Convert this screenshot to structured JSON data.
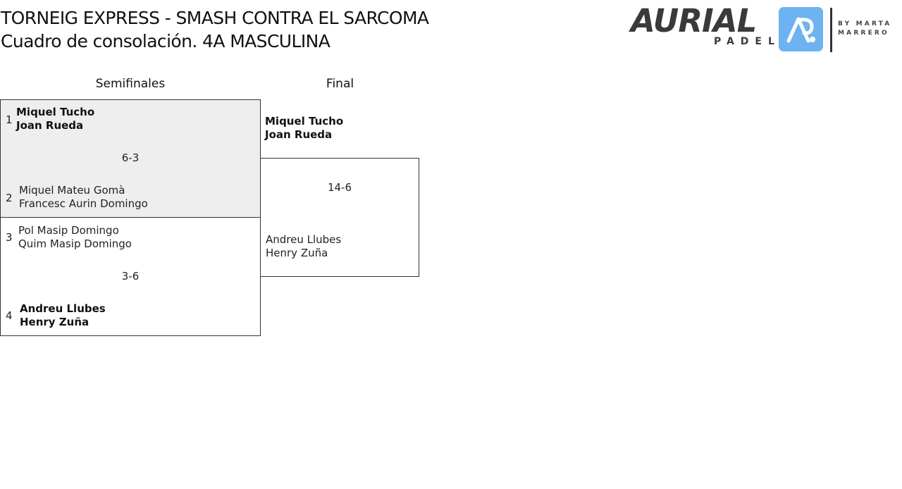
{
  "header": {
    "title_line1": "TORNEIG EXPRESS - SMASH CONTRA EL SARCOMA",
    "title_line2": "Cuadro de consolación. 4A MASCULINA"
  },
  "logo": {
    "brand": "AURIAL",
    "sub": "PADEL",
    "by_line1": "BY MARTA",
    "by_line2": "MARRERO",
    "accent_color": "#6db3f2",
    "icon": "ap-monogram-icon"
  },
  "rounds": [
    {
      "name": "Semifinales",
      "matches": [
        {
          "score": "6-3",
          "teams": [
            {
              "seed": "1",
              "players": [
                "Miquel Tucho",
                "Joan Rueda"
              ],
              "winner": true
            },
            {
              "seed": "2",
              "players": [
                "Miquel Mateu Gomà",
                "Francesc Aurin Domingo"
              ],
              "winner": false
            }
          ]
        },
        {
          "score": "3-6",
          "teams": [
            {
              "seed": "3",
              "players": [
                "Pol Masip Domingo",
                "Quim Masip Domingo"
              ],
              "winner": false
            },
            {
              "seed": "4",
              "players": [
                "Andreu Llubes",
                "Henry Zuña"
              ],
              "winner": true
            }
          ]
        }
      ]
    },
    {
      "name": "Final",
      "matches": [
        {
          "score": "14-6",
          "teams": [
            {
              "players": [
                "Miquel Tucho",
                "Joan Rueda"
              ],
              "winner": true
            },
            {
              "players": [
                "Andreu Llubes",
                "Henry Zuña"
              ],
              "winner": false
            }
          ]
        }
      ]
    }
  ]
}
